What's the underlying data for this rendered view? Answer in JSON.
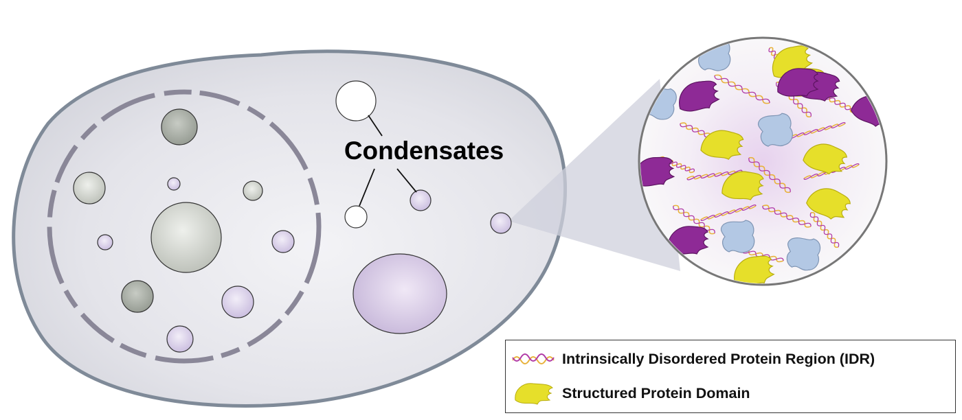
{
  "figure": {
    "label": "Condensates",
    "legend": {
      "items": [
        {
          "label": "Intrinsically Disordered Protein Region (IDR)",
          "icon": "idr-strand-icon"
        },
        {
          "label": "Structured Protein Domain",
          "icon": "structured-domain-icon"
        }
      ]
    }
  },
  "colors": {
    "cell_fill": "#d8d8de",
    "cell_outline": "#7f8a98",
    "nuclear_envelope": "#8a8798",
    "condensate_lilac": "#cfc3e0",
    "condensate_gray": "#a7aba4",
    "zoom_fill": "#eeeaf0",
    "domain_yellow": "#e6df2a",
    "domain_purple": "#8e2a96",
    "domain_blue": "#b3c8e4",
    "idr_orange": "#e8b23c",
    "idr_magenta": "#b03aa6"
  }
}
